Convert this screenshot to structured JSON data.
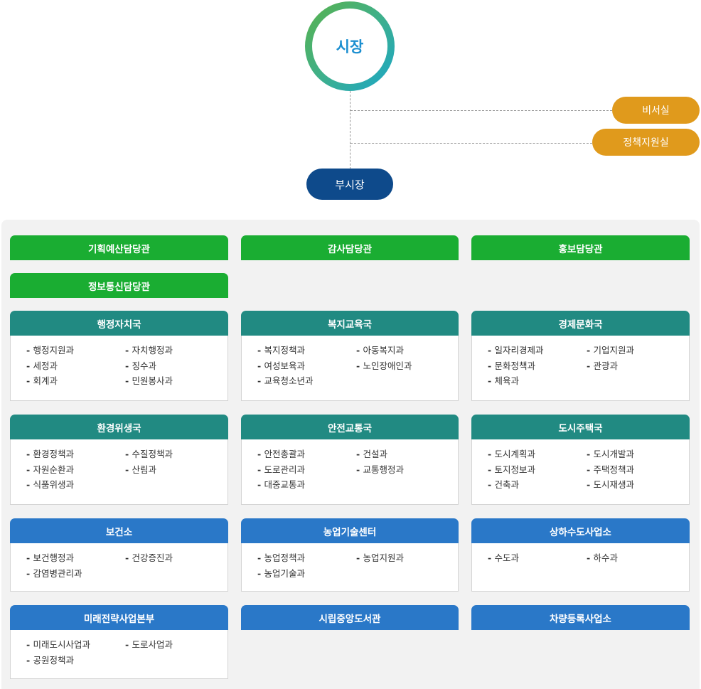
{
  "top": {
    "mayor": "시장",
    "secretary": "비서실",
    "policy": "정책지원실",
    "vice_mayor": "부시장"
  },
  "staff_offices": [
    "기획예산담당관",
    "감사담당관",
    "홍보담당관",
    "정보통신담당관"
  ],
  "bureaus": [
    {
      "title": "행정자치국",
      "items": [
        "행정지원과",
        "자치행정과",
        "세정과",
        "징수과",
        "회계과",
        "민원봉사과"
      ]
    },
    {
      "title": "복지교육국",
      "items": [
        "복지정책과",
        "아동복지과",
        "여성보육과",
        "노인장애인과",
        "교육청소년과"
      ]
    },
    {
      "title": "경제문화국",
      "items": [
        "일자리경제과",
        "기업지원과",
        "문화정책과",
        "관광과",
        "체육과"
      ]
    },
    {
      "title": "환경위생국",
      "items": [
        "환경정책과",
        "수질정책과",
        "자원순환과",
        "산림과",
        "식품위생과"
      ]
    },
    {
      "title": "안전교통국",
      "items": [
        "안전총괄과",
        "건설과",
        "도로관리과",
        "교통행정과",
        "대중교통과"
      ]
    },
    {
      "title": "도시주택국",
      "items": [
        "도시계획과",
        "도시개발과",
        "토지정보과",
        "주택정책과",
        "건축과",
        "도시재생과"
      ]
    }
  ],
  "agencies": [
    {
      "title": "보건소",
      "items": [
        "보건행정과",
        "건강증진과",
        "감염병관리과"
      ]
    },
    {
      "title": "농업기술센터",
      "items": [
        "농업정책과",
        "농업지원과",
        "농업기술과"
      ]
    },
    {
      "title": "상하수도사업소",
      "items": [
        "수도과",
        "하수과"
      ]
    },
    {
      "title": "미래전략사업본부",
      "items": [
        "미래도시사업과",
        "도로사업과",
        "공원정책과"
      ]
    },
    {
      "title": "시립중앙도서관",
      "items": []
    },
    {
      "title": "차량등록사업소",
      "items": []
    }
  ],
  "colors": {
    "green": "#1aad32",
    "teal": "#218a82",
    "blue": "#2a78c8",
    "orange": "#e09a1c",
    "navy": "#0e4a8b"
  }
}
